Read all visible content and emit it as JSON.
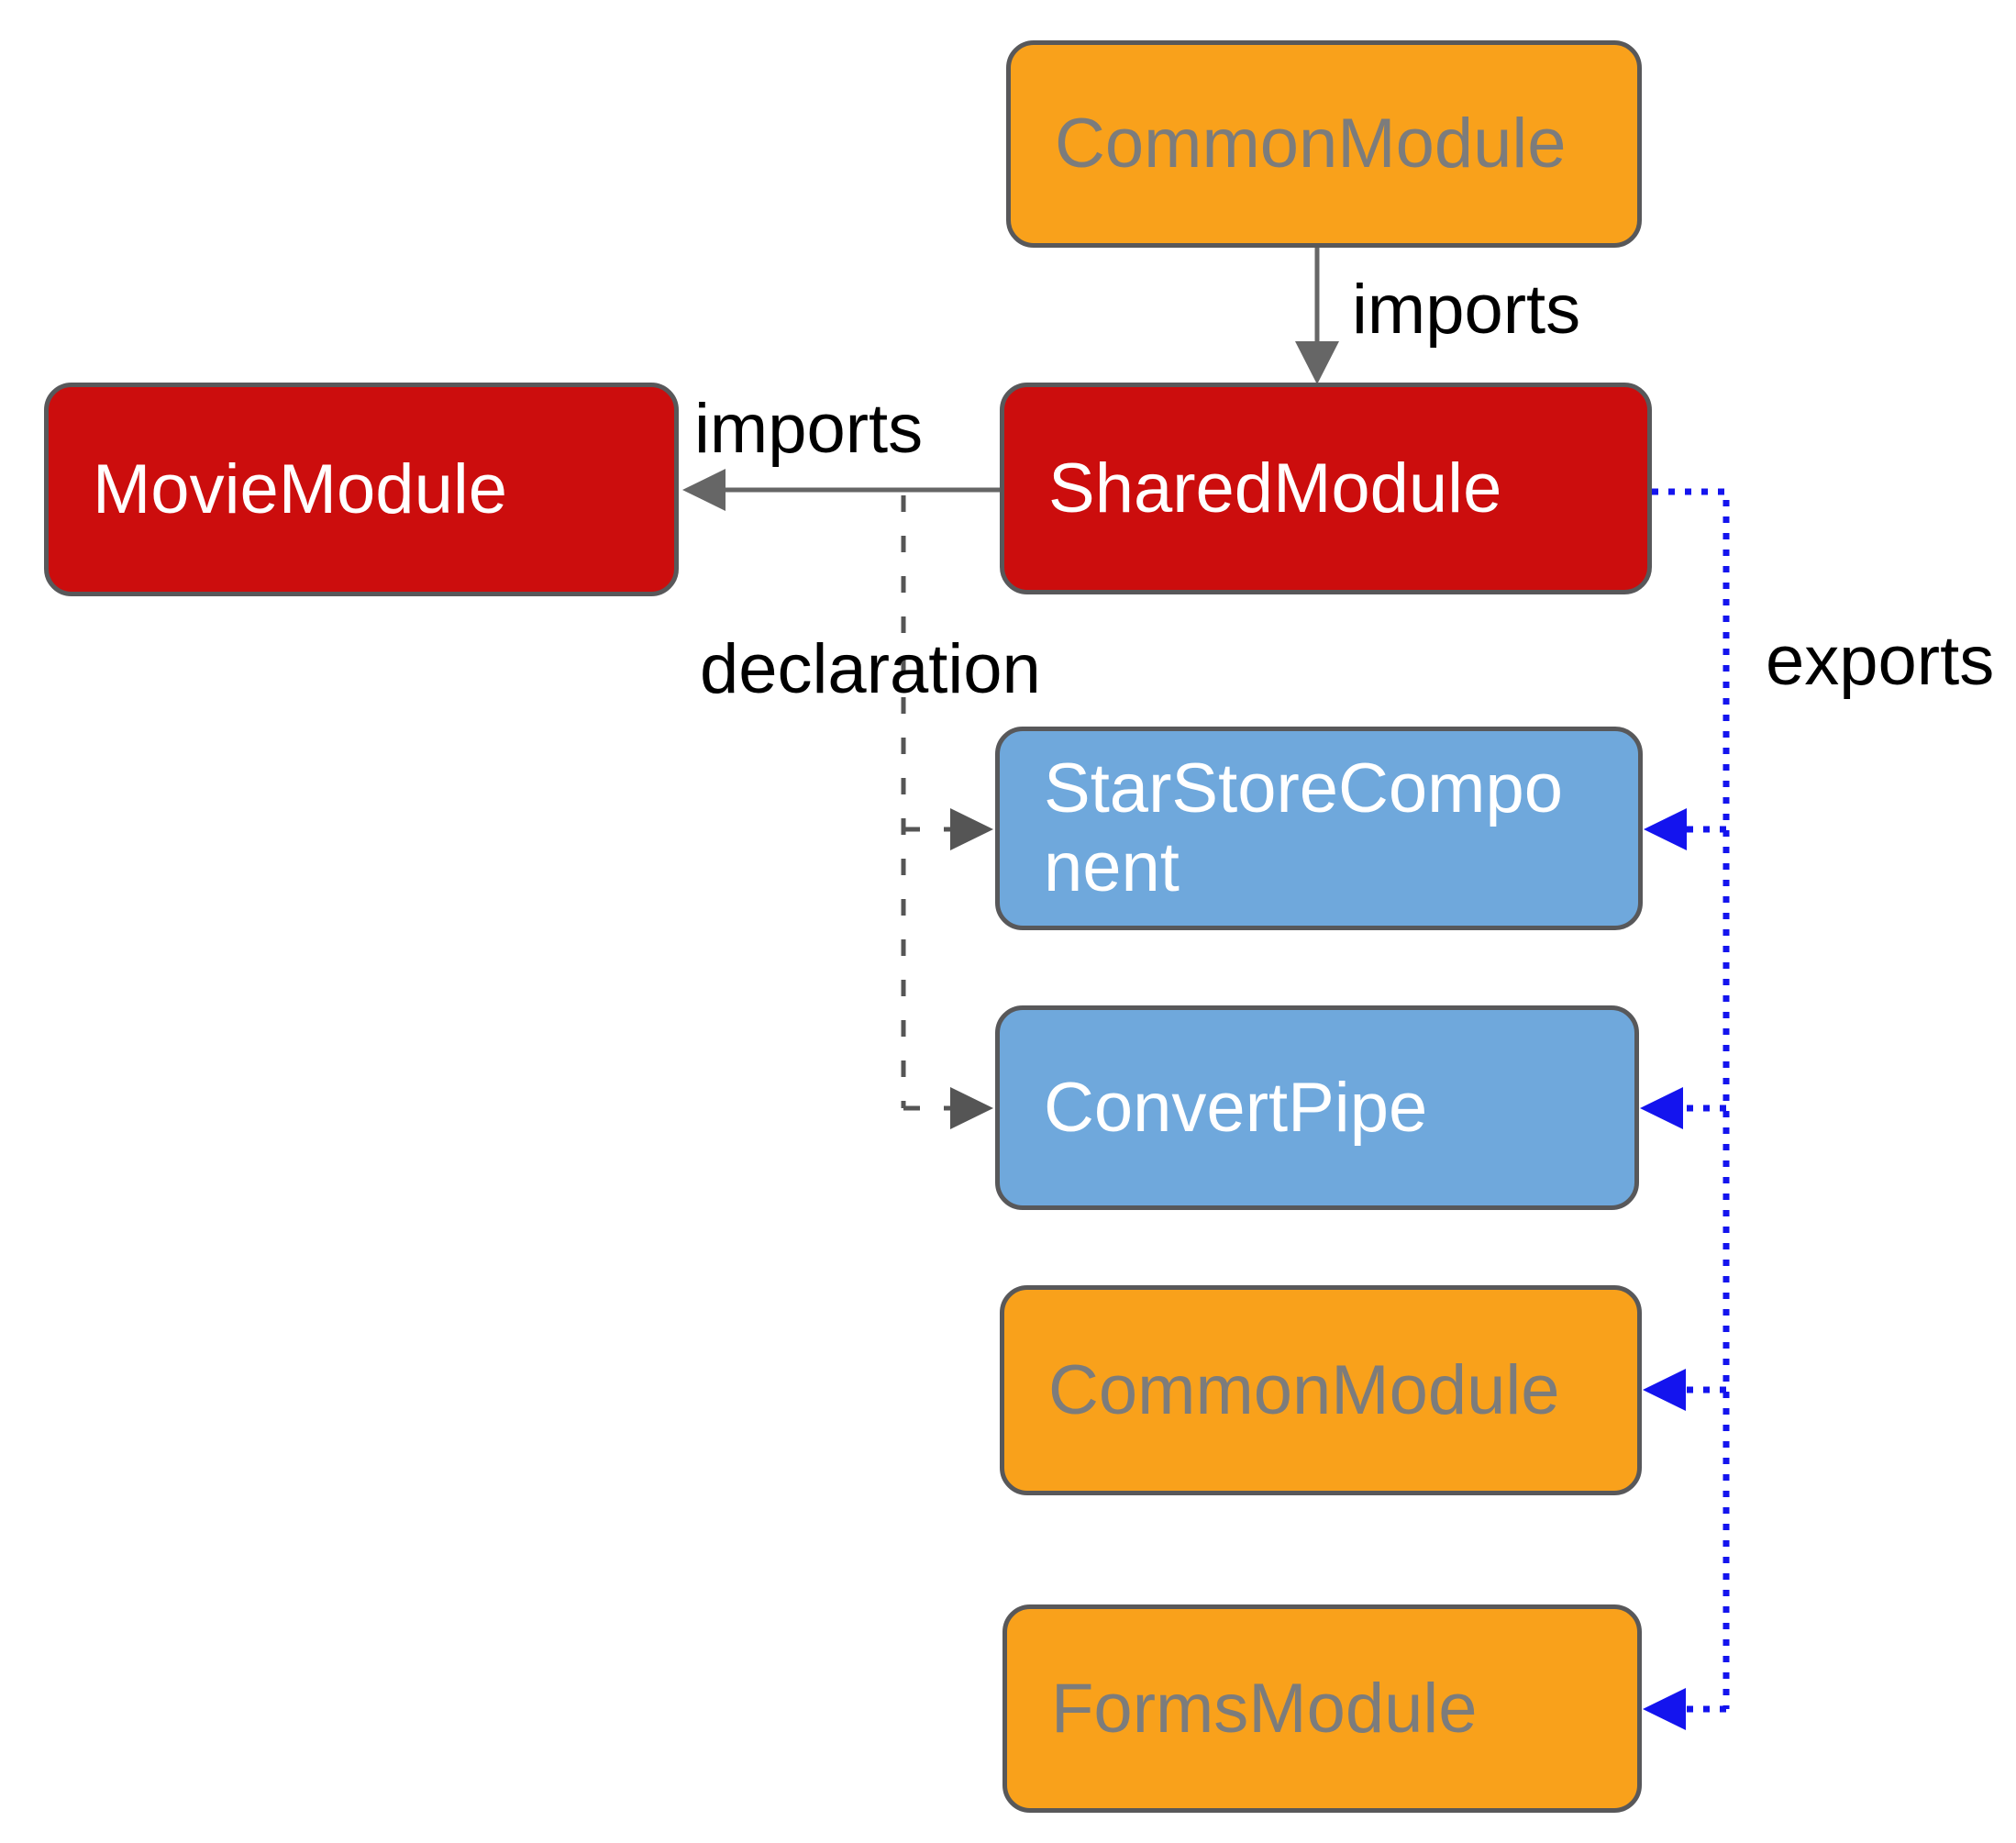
{
  "diagram": {
    "kind": "angular-module-dependency-diagram",
    "background": "#ffffff",
    "nodes": [
      {
        "id": "common-module-top",
        "label": "CommonModule",
        "fill": "#f9a11b",
        "text_color": "#7c7c7c"
      },
      {
        "id": "movie-module",
        "label": "MovieModule",
        "fill": "#cc0d0d",
        "text_color": "#ffffff"
      },
      {
        "id": "shared-module",
        "label": "SharedModule",
        "fill": "#cc0d0d",
        "text_color": "#ffffff"
      },
      {
        "id": "star-store-component",
        "label": "StarStoreComponent",
        "fill": "#6fa8dc",
        "text_color": "#ffffff"
      },
      {
        "id": "convert-pipe",
        "label": "ConvertPipe",
        "fill": "#6fa8dc",
        "text_color": "#ffffff"
      },
      {
        "id": "common-module-bottom",
        "label": "CommonModule",
        "fill": "#f9a11b",
        "text_color": "#7c7c7c"
      },
      {
        "id": "forms-module",
        "label": "FormsModule",
        "fill": "#f9a11b",
        "text_color": "#7c7c7c"
      }
    ],
    "edge_labels": {
      "imports_top": "imports",
      "imports_movie": "imports",
      "declaration": "declaration",
      "exports": "exports"
    },
    "relations": [
      {
        "from": "CommonModule",
        "to": "SharedModule",
        "label": "imports",
        "style": "solid-gray-arrow"
      },
      {
        "from": "SharedModule",
        "to": "MovieModule",
        "label": "imports",
        "style": "solid-gray-arrow"
      },
      {
        "from": "SharedModule",
        "to": "StarStoreComponent",
        "label": "declaration",
        "style": "dashed-gray-arrow"
      },
      {
        "from": "SharedModule",
        "to": "ConvertPipe",
        "label": "declaration",
        "style": "dashed-gray-arrow"
      },
      {
        "from": "SharedModule",
        "to": "StarStoreComponent",
        "label": "exports",
        "style": "dotted-blue-arrow"
      },
      {
        "from": "SharedModule",
        "to": "ConvertPipe",
        "label": "exports",
        "style": "dotted-blue-arrow"
      },
      {
        "from": "SharedModule",
        "to": "CommonModule",
        "label": "exports",
        "style": "dotted-blue-arrow"
      },
      {
        "from": "SharedModule",
        "to": "FormsModule",
        "label": "exports",
        "style": "dotted-blue-arrow"
      }
    ],
    "colors": {
      "node_border": "#58585a",
      "solid_arrow": "#666666",
      "dashed_arrow": "#555555",
      "dotted_arrow": "#1414ee",
      "edge_label_text": "#000000",
      "orange_fill": "#f9a11b",
      "red_fill": "#cc0d0d",
      "blue_fill": "#6fa8dc"
    }
  }
}
